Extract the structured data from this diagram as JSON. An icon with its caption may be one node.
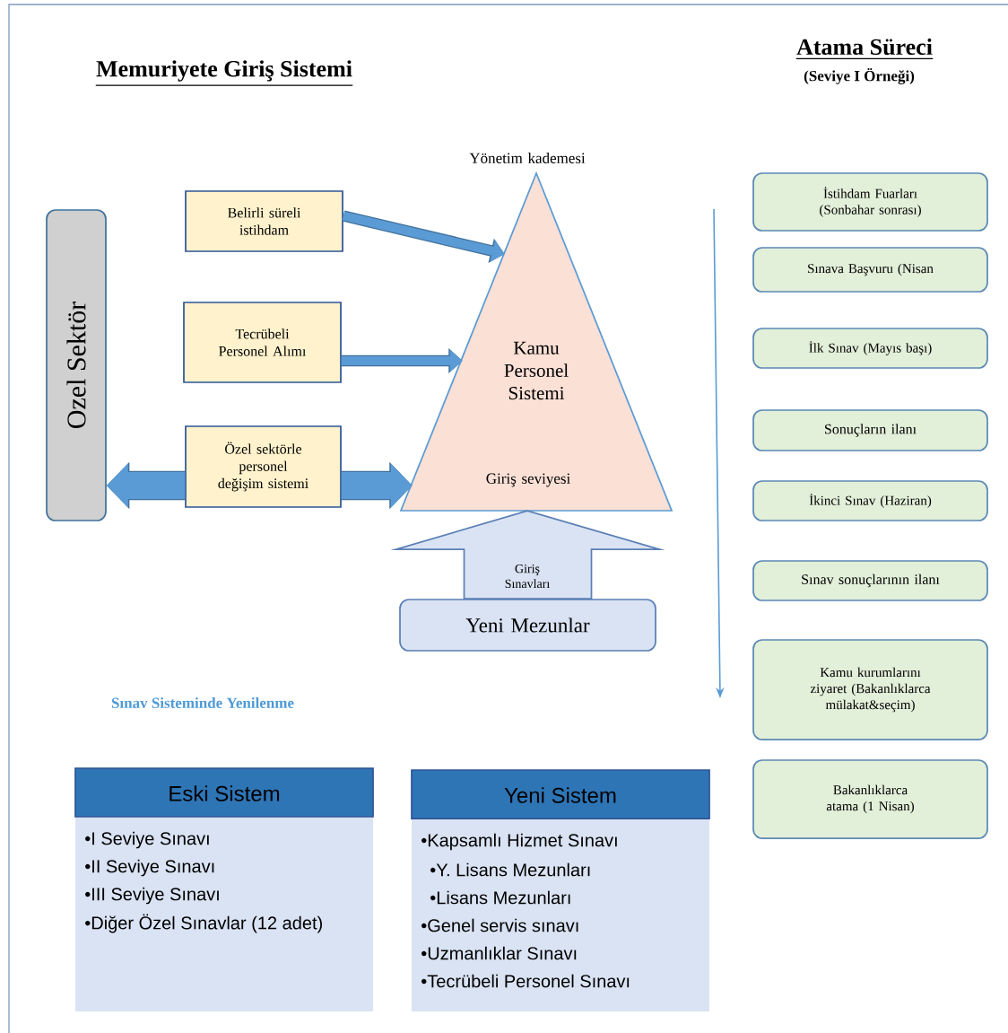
{
  "diagram": {
    "title": "Memuriyete Giriş Sistemi",
    "nodes": [
      {
        "text": [
          "Ozel Sektör"
        ]
      },
      {
        "text": [
          "Belirli süreli istihdam"
        ]
      },
      {
        "text": [
          "Tecrübeli Personel Alımı"
        ]
      },
      {
        "text": [
          "Özel sektörle personel değişim sistemi"
        ]
      },
      {
        "text": [
          "Yönetim kademesi",
          "Kamu Personel Sistemi",
          "Giriş seviyesi"
        ]
      },
      {
        "text": [
          "Yeni Mezunlar"
        ]
      },
      {
        "text": [
          "İstihdam Fuarları (Sonbahar sonrası)"
        ]
      },
      {
        "text": [
          "Sınava Başvuru (Nisan"
        ]
      },
      {
        "text": [
          "İlk Sınav (Mayıs başı)"
        ]
      },
      {
        "text": [
          "Sonuçların ilanı"
        ]
      },
      {
        "text": [
          "İkinci Sınav (Haziran)"
        ]
      },
      {
        "text": [
          "Sınav sonuçlarının ilanı"
        ]
      },
      {
        "text": [
          "Kamu kurumlarını ziyaret (Bakanlıklarca mülakat&seçim)"
        ]
      },
      {
        "text": [
          "Bakanlıklarca atama (1 Nisan)"
        ]
      },
      {
        "text": [
          "Eski Sistem",
          "•I Seviye Sınavı",
          "•II Seviye Sınavı",
          "•III Seviye Sınavı",
          "•Diğer Özel Sınavlar (12 adet)"
        ]
      },
      {
        "text": [
          "Yeni Sistem",
          "•Kapsamlı Hizmet Sınavı",
          "•Y. Lisans Mezunları",
          "•Lisans Mezunları",
          "•Genel servis sınavı",
          "•Uzmanlıklar Sınavı",
          "•Tecrübeli Personel Sınavı"
        ]
      }
    ],
    "edges": [
      {
        "from": 1,
        "to": 4,
        "arrow": "to"
      },
      {
        "from": 2,
        "to": 4,
        "arrow": "to"
      },
      {
        "from": 3,
        "to": 4,
        "arrow": "to",
        "style": "thick"
      },
      {
        "from": 3,
        "to": 0,
        "arrow": "to",
        "style": "thick"
      },
      {
        "from": 5,
        "to": 4,
        "arrow": "to",
        "label": "Giriş Sınavları",
        "style": "thick",
        "color": "#dae3f3"
      }
    ],
    "labels": [
      "Atama Süreci",
      "(Seviye I Örneği)",
      "Sınav Sisteminde Yenilenme"
    ]
  }
}
